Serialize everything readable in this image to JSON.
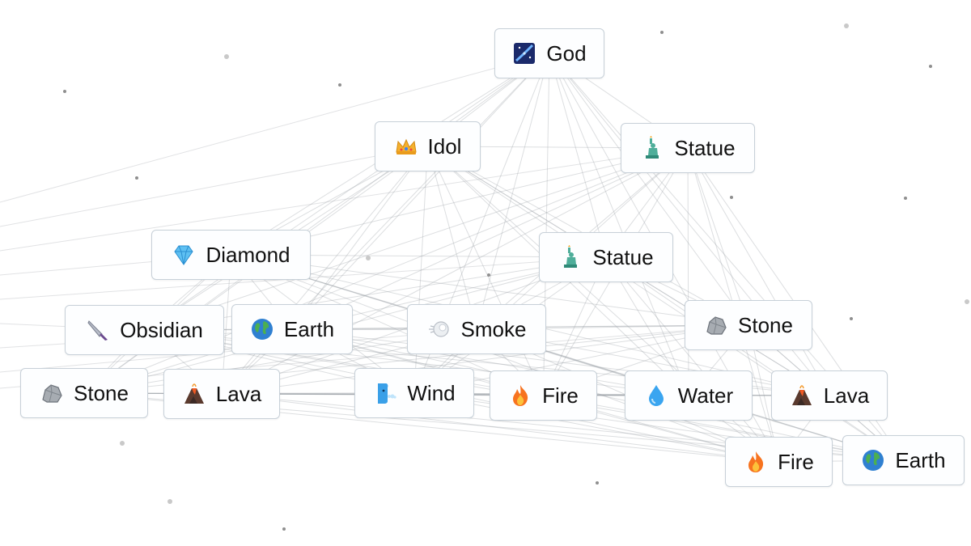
{
  "background_color": "#ffffff",
  "nodes": [
    {
      "id": "god",
      "label": "God",
      "icon": "galaxy-icon"
    },
    {
      "id": "idol",
      "label": "Idol",
      "icon": "crown-icon"
    },
    {
      "id": "statue1",
      "label": "Statue",
      "icon": "statue-of-liberty-icon"
    },
    {
      "id": "diamond",
      "label": "Diamond",
      "icon": "gem-icon"
    },
    {
      "id": "statue2",
      "label": "Statue",
      "icon": "statue-of-liberty-icon"
    },
    {
      "id": "obsidian",
      "label": "Obsidian",
      "icon": "knife-icon"
    },
    {
      "id": "earth1",
      "label": "Earth",
      "icon": "globe-icon"
    },
    {
      "id": "smoke",
      "label": "Smoke",
      "icon": "smoke-icon"
    },
    {
      "id": "stone1",
      "label": "Stone",
      "icon": "rock-icon"
    },
    {
      "id": "stone2",
      "label": "Stone",
      "icon": "rock-icon"
    },
    {
      "id": "lava1",
      "label": "Lava",
      "icon": "volcano-icon"
    },
    {
      "id": "wind",
      "label": "Wind",
      "icon": "wind-face-icon"
    },
    {
      "id": "fire1",
      "label": "Fire",
      "icon": "fire-icon"
    },
    {
      "id": "water",
      "label": "Water",
      "icon": "droplet-icon"
    },
    {
      "id": "lava2",
      "label": "Lava",
      "icon": "volcano-icon"
    },
    {
      "id": "fire2",
      "label": "Fire",
      "icon": "fire-icon"
    },
    {
      "id": "earth2",
      "label": "Earth",
      "icon": "globe-icon"
    }
  ]
}
